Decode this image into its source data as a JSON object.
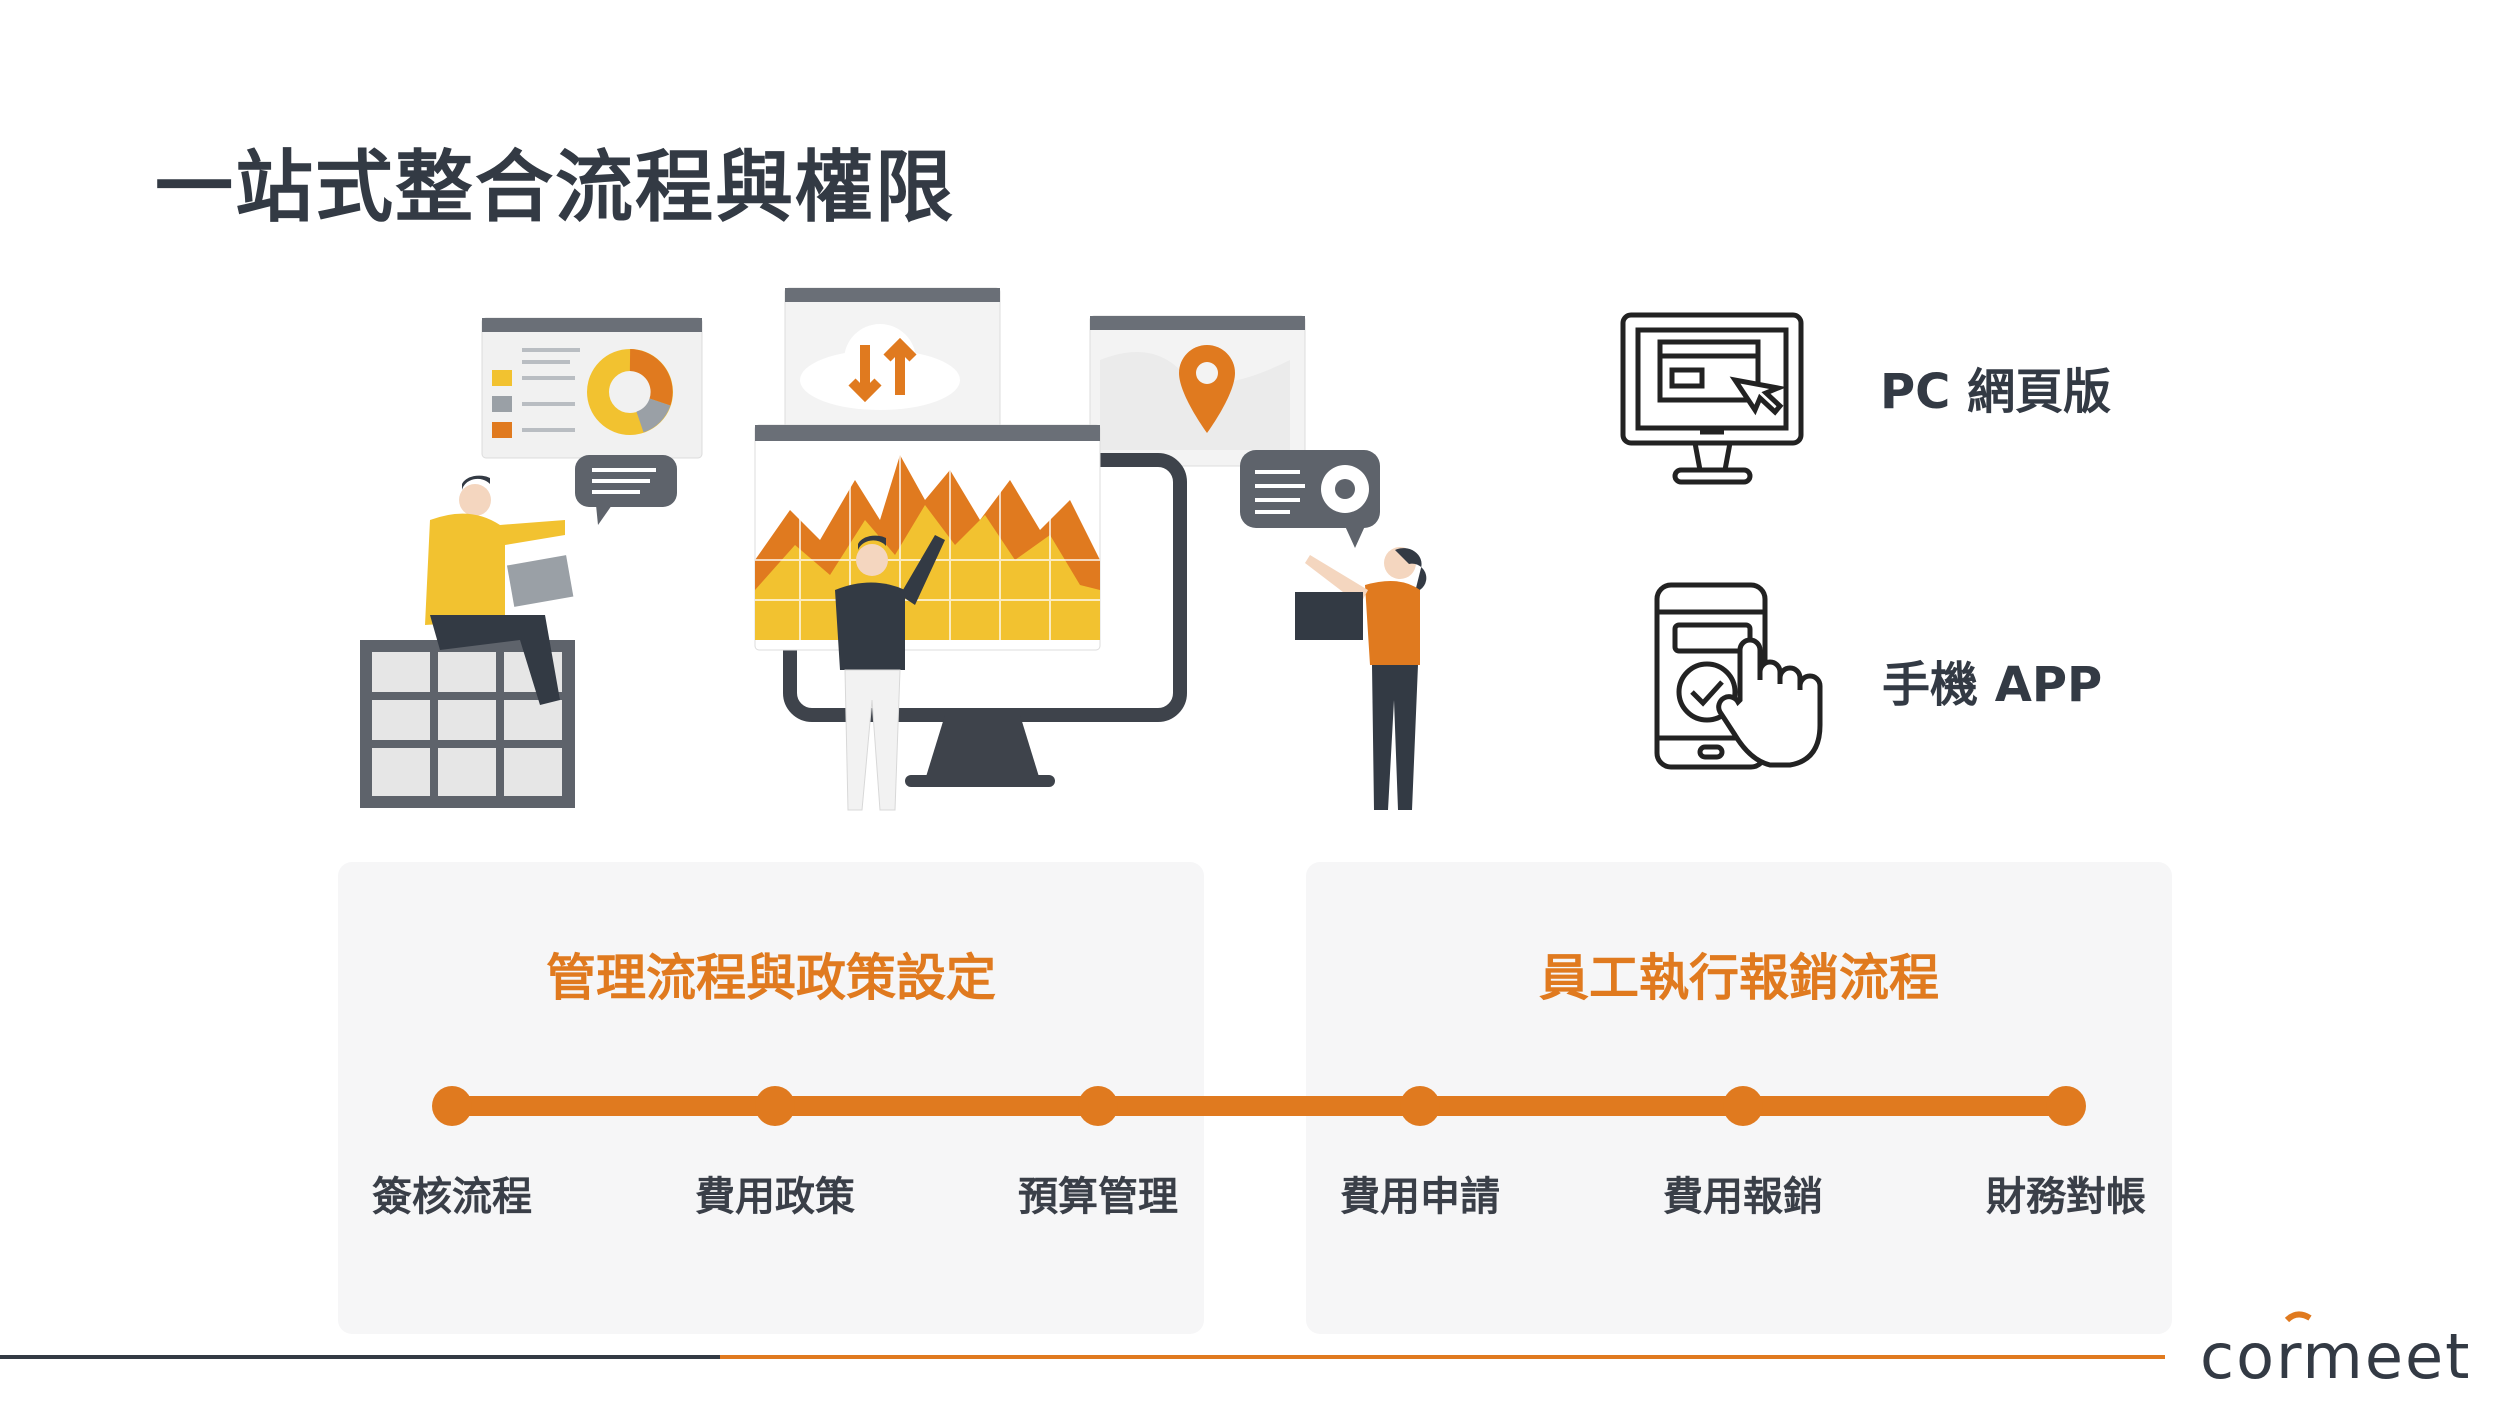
{
  "title": "一站式整合流程與權限",
  "devices": [
    {
      "label": "PC 網頁版",
      "icon": "desktop-cursor-icon"
    },
    {
      "label": "手機 APP",
      "icon": "mobile-touch-icon"
    }
  ],
  "panels": [
    {
      "title": "管理流程與政策設定"
    },
    {
      "title": "員工執行報銷流程"
    }
  ],
  "steps": [
    "簽核流程",
    "費用政策",
    "預算管理",
    "費用申請",
    "費用報銷",
    "財務對帳"
  ],
  "brand": {
    "logo_text": "cormeet"
  },
  "colors": {
    "accent": "#e07a1f",
    "text": "#333a44",
    "panel": "#f6f6f7",
    "yellow": "#f2c230"
  }
}
